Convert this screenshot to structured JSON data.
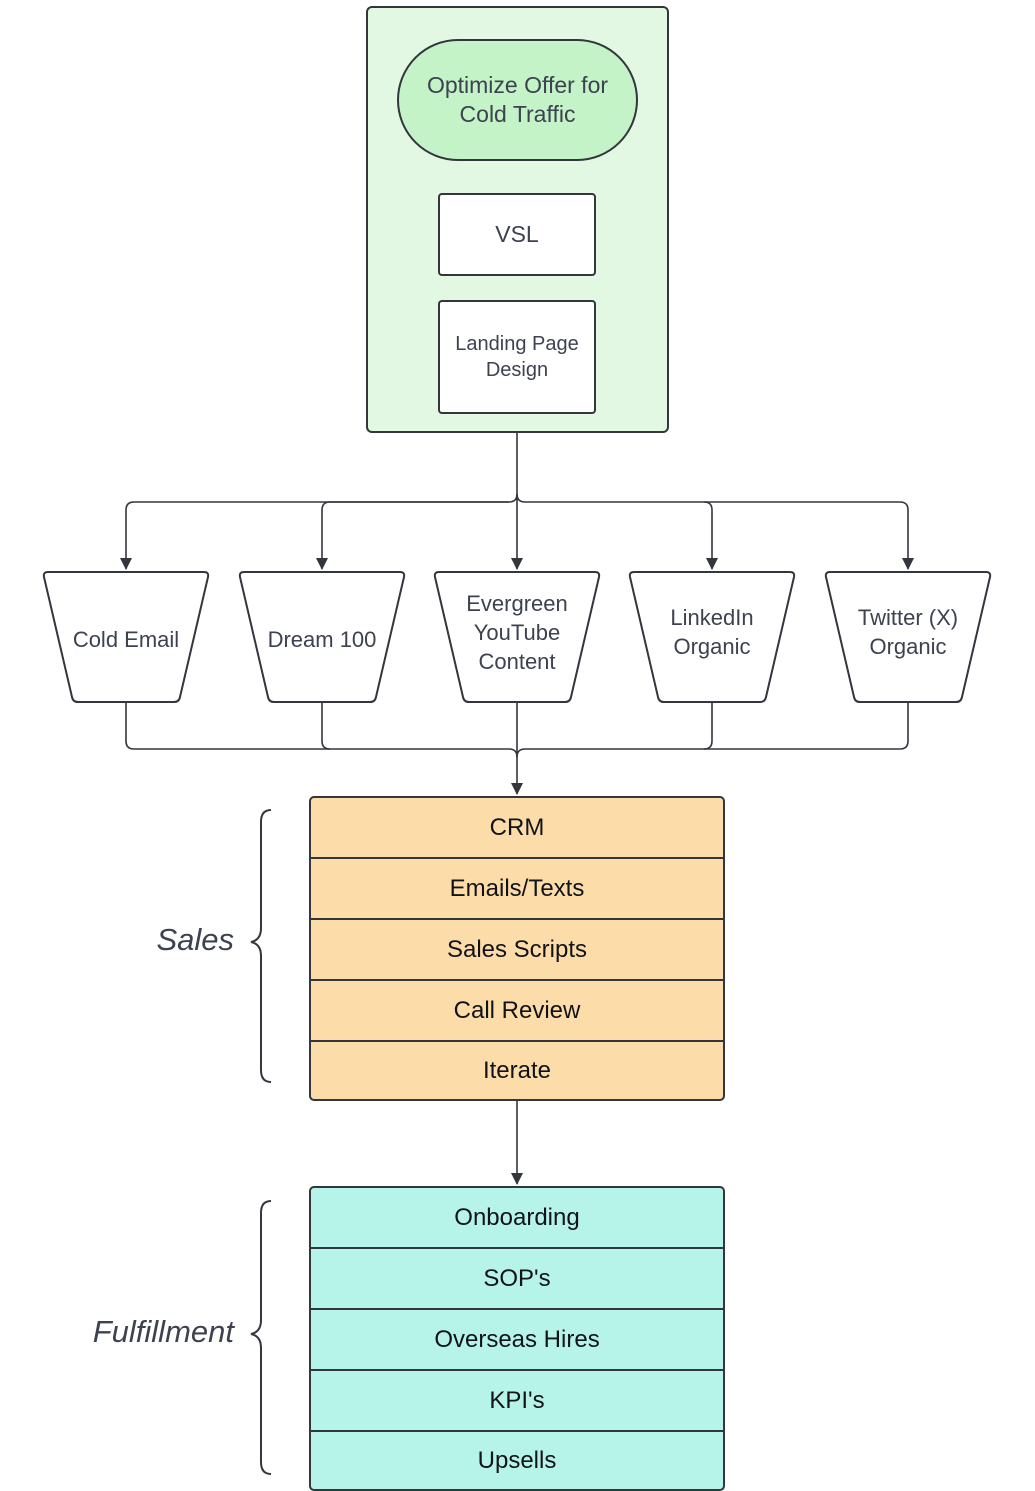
{
  "colors": {
    "stroke": "#33363d",
    "green_container": "#e2f8e2",
    "green_pill": "#c3f3c6",
    "sales_fill": "#fcdca8",
    "fulfillment_fill": "#b6f4ea",
    "white": "#ffffff"
  },
  "offer": {
    "start": "Optimize Offer for Cold Traffic",
    "vsl": "VSL",
    "landing": "Landing Page Design"
  },
  "channels": [
    {
      "label": "Cold Email"
    },
    {
      "label": "Dream 100"
    },
    {
      "label": "Evergreen YouTube Content"
    },
    {
      "label": "LinkedIn Organic"
    },
    {
      "label": "Twitter (X) Organic"
    }
  ],
  "sales": {
    "label": "Sales",
    "items": [
      "CRM",
      "Emails/Texts",
      "Sales Scripts",
      "Call Review",
      "Iterate"
    ]
  },
  "fulfillment": {
    "label": "Fulfillment",
    "items": [
      "Onboarding",
      "SOP's",
      "Overseas Hires",
      "KPI's",
      "Upsells"
    ]
  }
}
